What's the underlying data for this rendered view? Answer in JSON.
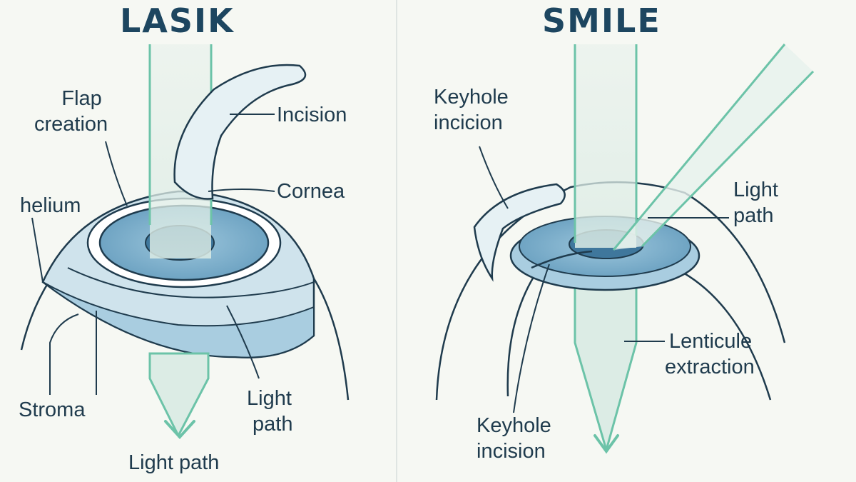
{
  "lasik": {
    "title": "LASIK",
    "labels": {
      "flap_creation": [
        "Flap",
        "creation"
      ],
      "incision": "Incision",
      "cornea": "Cornea",
      "epithelium": "helium",
      "stroma": "Stroma",
      "light_path_right": [
        "Light",
        "path"
      ],
      "light_path_bottom": "Light path"
    }
  },
  "smile": {
    "title": "SMILE",
    "labels": {
      "keyhole_incicion": [
        "Keyhole",
        "incicion"
      ],
      "light_path": [
        "Light",
        "path"
      ],
      "lenticule_extraction": [
        "Lenticule",
        "extraction"
      ],
      "keyhole_incision": [
        "Keyhole",
        "incision"
      ]
    }
  },
  "colors": {
    "background": "#f6f8f3",
    "outline": "#1f3b4d",
    "tissue_light": "#cfe3ec",
    "tissue_mid": "#a9cde0",
    "iris": "#7fb1cd",
    "pupil": "#3f779c",
    "laser": "#6cc3a8",
    "title": "#1d4660"
  }
}
